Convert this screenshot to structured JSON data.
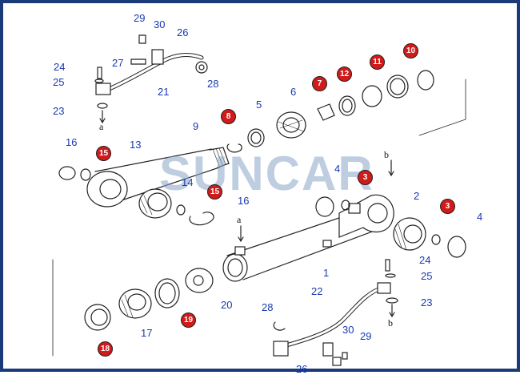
{
  "watermark": "SUNCAR",
  "colors": {
    "frame": "#1a3a78",
    "label": "#1a3ab0",
    "badge": "#d11a1a",
    "line": "#222222"
  },
  "labels": {
    "l29a": "29",
    "l30a": "30",
    "l26a": "26",
    "l27": "27",
    "l24a": "24",
    "l25a": "25",
    "l28a": "28",
    "l21": "21",
    "l23a": "23",
    "l6": "6",
    "l5": "5",
    "l9": "9",
    "l16a": "16",
    "l13": "13",
    "l14": "14",
    "l16b": "16",
    "l4a": "4",
    "l2": "2",
    "l4b": "4",
    "l24b": "24",
    "l25b": "25",
    "l23b": "23",
    "l1": "1",
    "l20": "20",
    "l22": "22",
    "l28b": "28",
    "l17": "17",
    "l30b": "30",
    "l29b": "29",
    "l26b": "26"
  },
  "badges": {
    "b10": "10",
    "b11": "11",
    "b12": "12",
    "b7": "7",
    "b8": "8",
    "b15a": "15",
    "b15b": "15",
    "b3a": "3",
    "b3b": "3",
    "b19": "19",
    "b18": "18"
  },
  "letters": {
    "a_top": "a",
    "a_mid": "a",
    "b_top": "b",
    "b_bot": "b"
  }
}
